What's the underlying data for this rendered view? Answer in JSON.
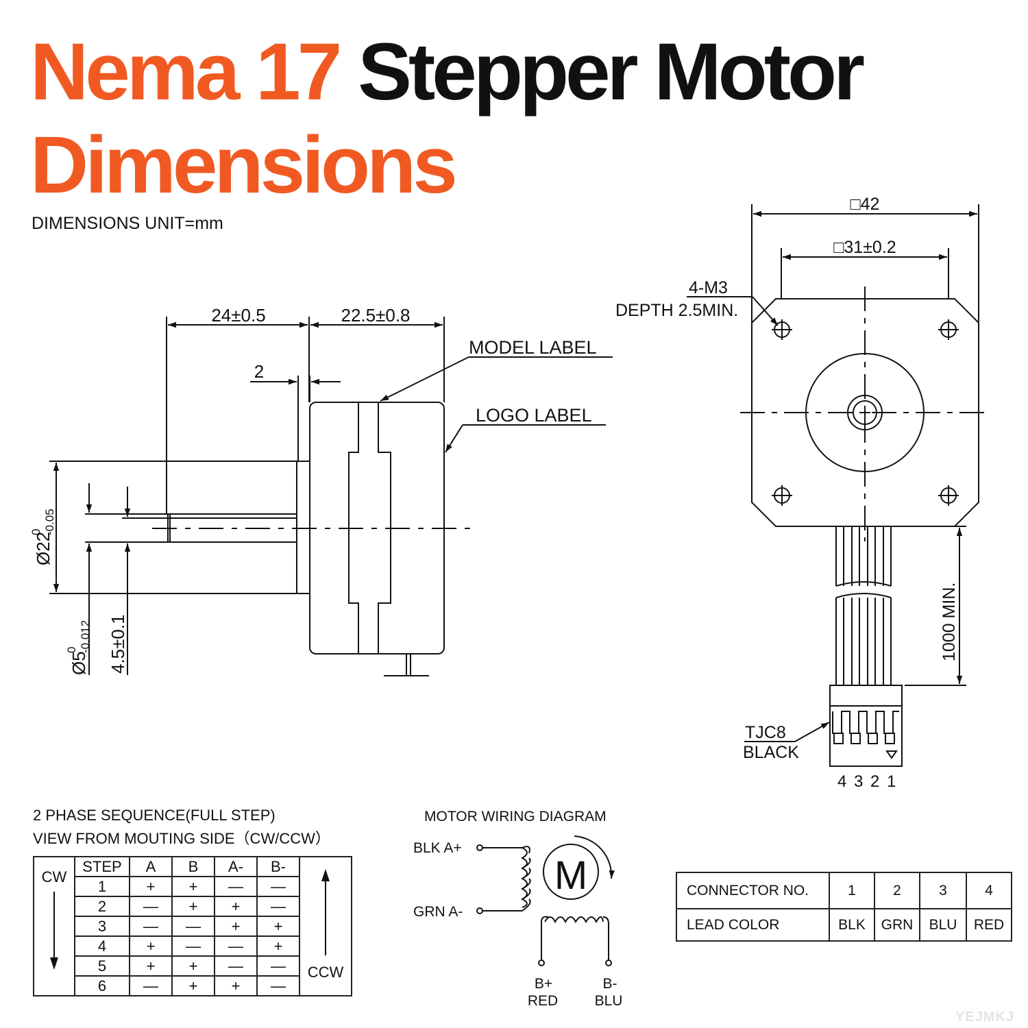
{
  "title": {
    "part1": "Nema 17",
    "part2": "Stepper Motor",
    "line2": "Dimensions"
  },
  "units_note": "DIMENSIONS UNIT=mm",
  "side_view": {
    "dim_shaft_length": "24±0.5",
    "dim_body_length": "22.5±0.8",
    "dim_boss": "2",
    "model_label": "MODEL LABEL",
    "logo_label": "LOGO LABEL",
    "boss_dia": "Ø22",
    "boss_dia_tol_upper": "0",
    "boss_dia_tol_lower": "-0.05",
    "shaft_dia": "Ø5",
    "shaft_dia_tol_upper": "0",
    "shaft_dia_tol_lower": "-0.012",
    "flat_dim": "4.5±0.1"
  },
  "front_view": {
    "dim_outer": "□42",
    "dim_holes": "□31±0.2",
    "hole_spec": "4-M3",
    "hole_depth": "DEPTH 2.5MIN.",
    "lead_length": "1000 MIN.",
    "connector_model": "TJC8",
    "connector_color": "BLACK",
    "pin_numbers": "4 3 2 1"
  },
  "sequence": {
    "heading1": "2 PHASE SEQUENCE(FULL STEP)",
    "heading2": "VIEW FROM MOUTING SIDE（CW/CCW）",
    "cw": "CW",
    "ccw": "CCW",
    "headers": [
      "STEP",
      "A",
      "B",
      "A-",
      "B-"
    ],
    "rows": [
      [
        "1",
        "+",
        "+",
        "—",
        "—"
      ],
      [
        "2",
        "—",
        "+",
        "+",
        "—"
      ],
      [
        "3",
        "—",
        "—",
        "+",
        "+"
      ],
      [
        "4",
        "+",
        "—",
        "—",
        "+"
      ],
      [
        "5",
        "+",
        "+",
        "—",
        "—"
      ],
      [
        "6",
        "—",
        "+",
        "+",
        "—"
      ]
    ]
  },
  "wiring": {
    "title": "MOTOR WIRING  DIAGRAM",
    "a_plus": "BLK  A+",
    "a_minus": "GRN  A-",
    "motor": "M",
    "b_plus": "B+",
    "b_plus_color": "RED",
    "b_minus": "B-",
    "b_minus_color": "BLU"
  },
  "connector_table": {
    "row1_label": "CONNECTOR NO.",
    "row1": [
      "1",
      "2",
      "3",
      "4"
    ],
    "row2_label": "LEAD COLOR",
    "row2": [
      "BLK",
      "GRN",
      "BLU",
      "RED"
    ]
  },
  "watermark": "YEJMKJ"
}
